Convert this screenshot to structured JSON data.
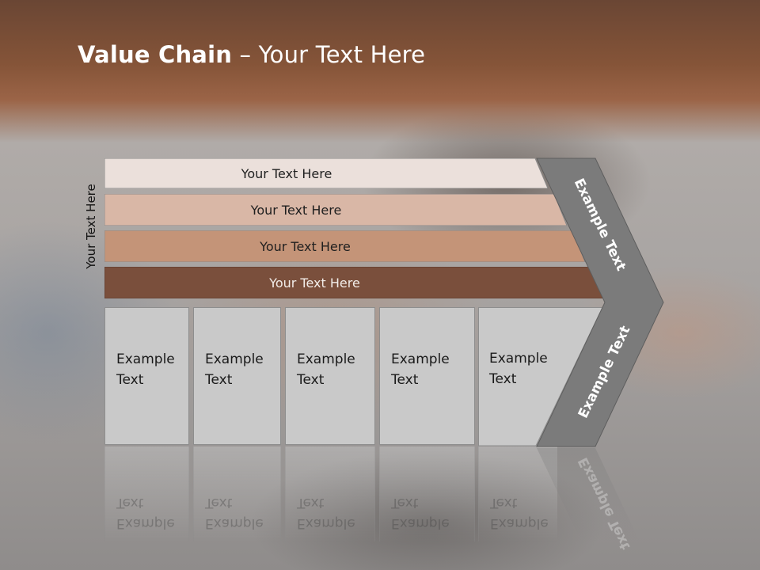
{
  "title": {
    "bold": "Value Chain",
    "rest": " – Your Text Here"
  },
  "side_label": "Your Text Here",
  "rows": [
    {
      "label": "Your Text Here",
      "color": "#ebe0db"
    },
    {
      "label": "Your Text Here",
      "color": "#d9b7a6"
    },
    {
      "label": "Your Text Here",
      "color": "#c49478"
    },
    {
      "label": "Your Text Here",
      "color": "#7a4f3c"
    }
  ],
  "boxes": [
    {
      "line1": "Example",
      "line2": "Text"
    },
    {
      "line1": "Example",
      "line2": "Text"
    },
    {
      "line1": "Example",
      "line2": "Text"
    },
    {
      "line1": "Example",
      "line2": "Text"
    },
    {
      "line1": "Example",
      "line2": "Text"
    }
  ],
  "chevron": {
    "top_label": "Example Text",
    "bottom_label": "Example Text",
    "color": "#7b7b7b"
  }
}
